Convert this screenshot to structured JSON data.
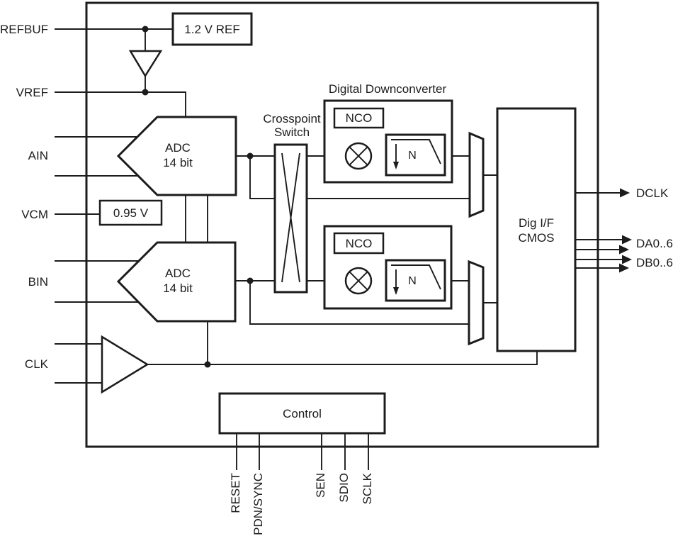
{
  "colors": {
    "line": "#1c1c1c",
    "background": "#ffffff"
  },
  "pins": {
    "left": [
      {
        "label": "REFBUF"
      },
      {
        "label": "VREF"
      },
      {
        "label": "AIN"
      },
      {
        "label": "VCM"
      },
      {
        "label": "BIN"
      },
      {
        "label": "CLK"
      }
    ],
    "right": [
      {
        "label": "DCLK"
      },
      {
        "label": "DA0..6"
      },
      {
        "label": "DB0..6"
      }
    ],
    "bottom": [
      {
        "label": "RESET"
      },
      {
        "label": "PDN/SYNC"
      },
      {
        "label": "SEN"
      },
      {
        "label": "SDIO"
      },
      {
        "label": "SCLK"
      }
    ]
  },
  "blocks": {
    "vref_source": {
      "label": "1.2 V REF"
    },
    "vcm_source": {
      "label": "0.95 V"
    },
    "adc_a": {
      "line1": "ADC",
      "line2": "14 bit"
    },
    "adc_b": {
      "line1": "ADC",
      "line2": "14 bit"
    },
    "crosspoint_switch": {
      "line1": "Crosspoint",
      "line2": "Switch"
    },
    "ddc": {
      "label": "Digital Downconverter"
    },
    "nco_a": {
      "label": "NCO"
    },
    "nco_b": {
      "label": "NCO"
    },
    "decimator_a": {
      "label": "N"
    },
    "decimator_b": {
      "label": "N"
    },
    "dig_if": {
      "line1": "Dig I/F",
      "line2": "CMOS"
    },
    "control": {
      "label": "Control"
    }
  }
}
